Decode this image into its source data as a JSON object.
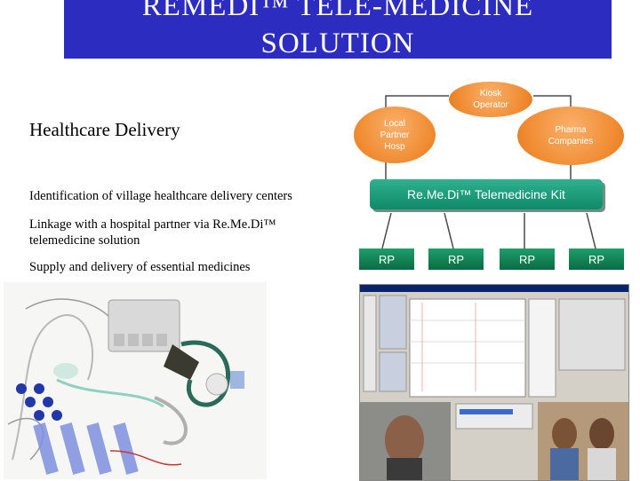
{
  "slide": {
    "title": "REMEDI™ TELE-MEDICINE SOLUTION",
    "heading": "Healthcare Delivery",
    "bullets": [
      "Identification of village healthcare delivery centers",
      "Linkage with a hospital partner via Re.Me.Di™ telemedicine solution",
      "Supply and delivery of essential medicines"
    ]
  },
  "diagram": {
    "kiosk": "Kiosk Operator",
    "local": "Local Partner Hosp",
    "pharma": "Pharma Companies",
    "kit": "Re.Me.Di™ Telemedicine Kit",
    "rp": [
      "RP",
      "RP",
      "RP",
      "RP"
    ]
  },
  "colors": {
    "title_bg": "#2c2cc0",
    "ellipse": "#f08a30",
    "kit": "#14936f",
    "rp": "#0f7a4f"
  }
}
